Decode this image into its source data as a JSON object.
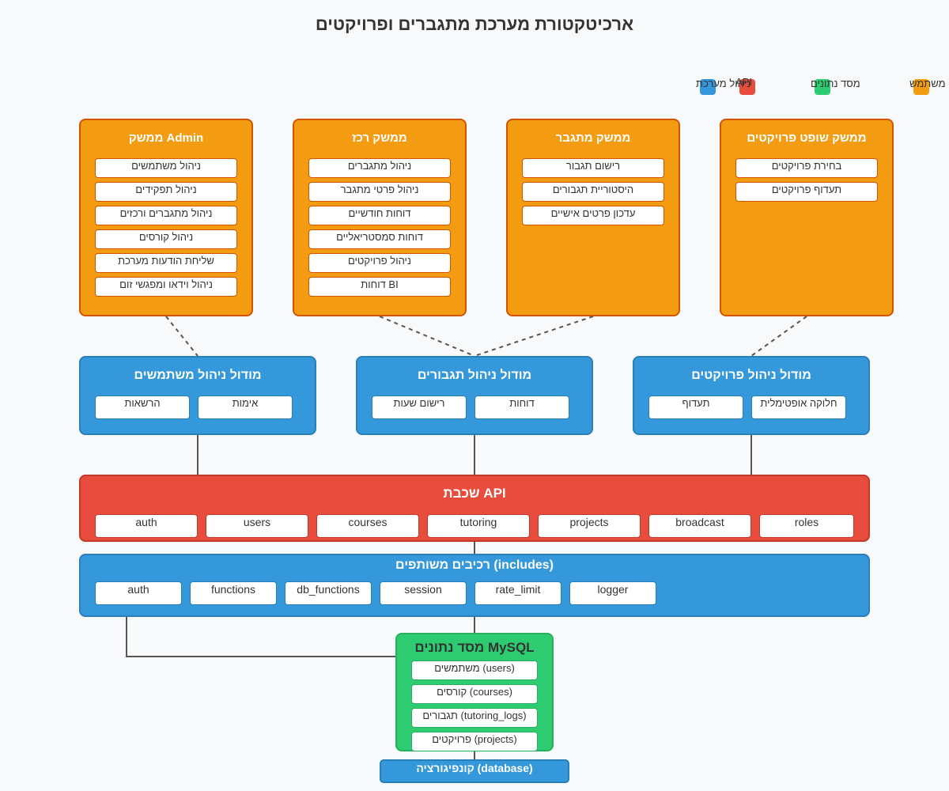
{
  "title": "ארכיטקטורת מערכת מתגברים ופרויקטים",
  "legend": [
    {
      "label": "משתמש",
      "color": "#f39c12"
    },
    {
      "label": "מסד נתונים",
      "color": "#2ecc71"
    },
    {
      "label": "API",
      "color": "#e74c3c"
    },
    {
      "label": "ניהול מערכת",
      "color": "#3498db"
    }
  ],
  "interfaces": {
    "admin": {
      "title": "ממשק Admin",
      "items": [
        "ניהול משתמשים",
        "ניהול תפקידים",
        "ניהול מתגברים ורכזים",
        "ניהול קורסים",
        "שליחת הודעות מערכת",
        "ניהול וידאו ומפגשי זום"
      ]
    },
    "coordinator": {
      "title": "ממשק רכז",
      "items": [
        "ניהול מתגברים",
        "ניהול פרטי מתגבר",
        "דוחות חודשיים",
        "דוחות סמסטריאליים",
        "ניהול פרויקטים",
        "דוחות BI"
      ]
    },
    "tutor": {
      "title": "ממשק מתגבר",
      "items": [
        "רישום תגבור",
        "היסטוריית תגבורים",
        "עדכון פרטים אישיים"
      ]
    },
    "judge": {
      "title": "ממשק שופט פרויקטים",
      "items": [
        "בחירת פרויקטים",
        "תעדוף פרויקטים"
      ]
    }
  },
  "modules": {
    "users": {
      "title": "מודול ניהול משתמשים",
      "items": [
        "אימות",
        "הרשאות"
      ]
    },
    "tutoring": {
      "title": "מודול ניהול תגבורים",
      "items": [
        "דוחות",
        "רישום שעות"
      ]
    },
    "projects": {
      "title": "מודול ניהול פרויקטים",
      "items": [
        "חלוקה אופטימלית",
        "תעדוף"
      ]
    }
  },
  "api_layer": {
    "title": "שכבת API",
    "items": [
      "auth",
      "users",
      "courses",
      "tutoring",
      "projects",
      "broadcast",
      "roles"
    ]
  },
  "includes": {
    "title": "רכיבים משותפים (includes)",
    "items": [
      "auth",
      "functions",
      "db_functions",
      "session",
      "rate_limit",
      "logger"
    ]
  },
  "database": {
    "title": "מסד נתונים MySQL",
    "items": [
      "משתמשים (users)",
      "קורסים (courses)",
      "תגבורים (tutoring_logs)",
      "פרויקטים (projects)"
    ]
  },
  "config": {
    "label": "קונפיגורציה (database)"
  }
}
